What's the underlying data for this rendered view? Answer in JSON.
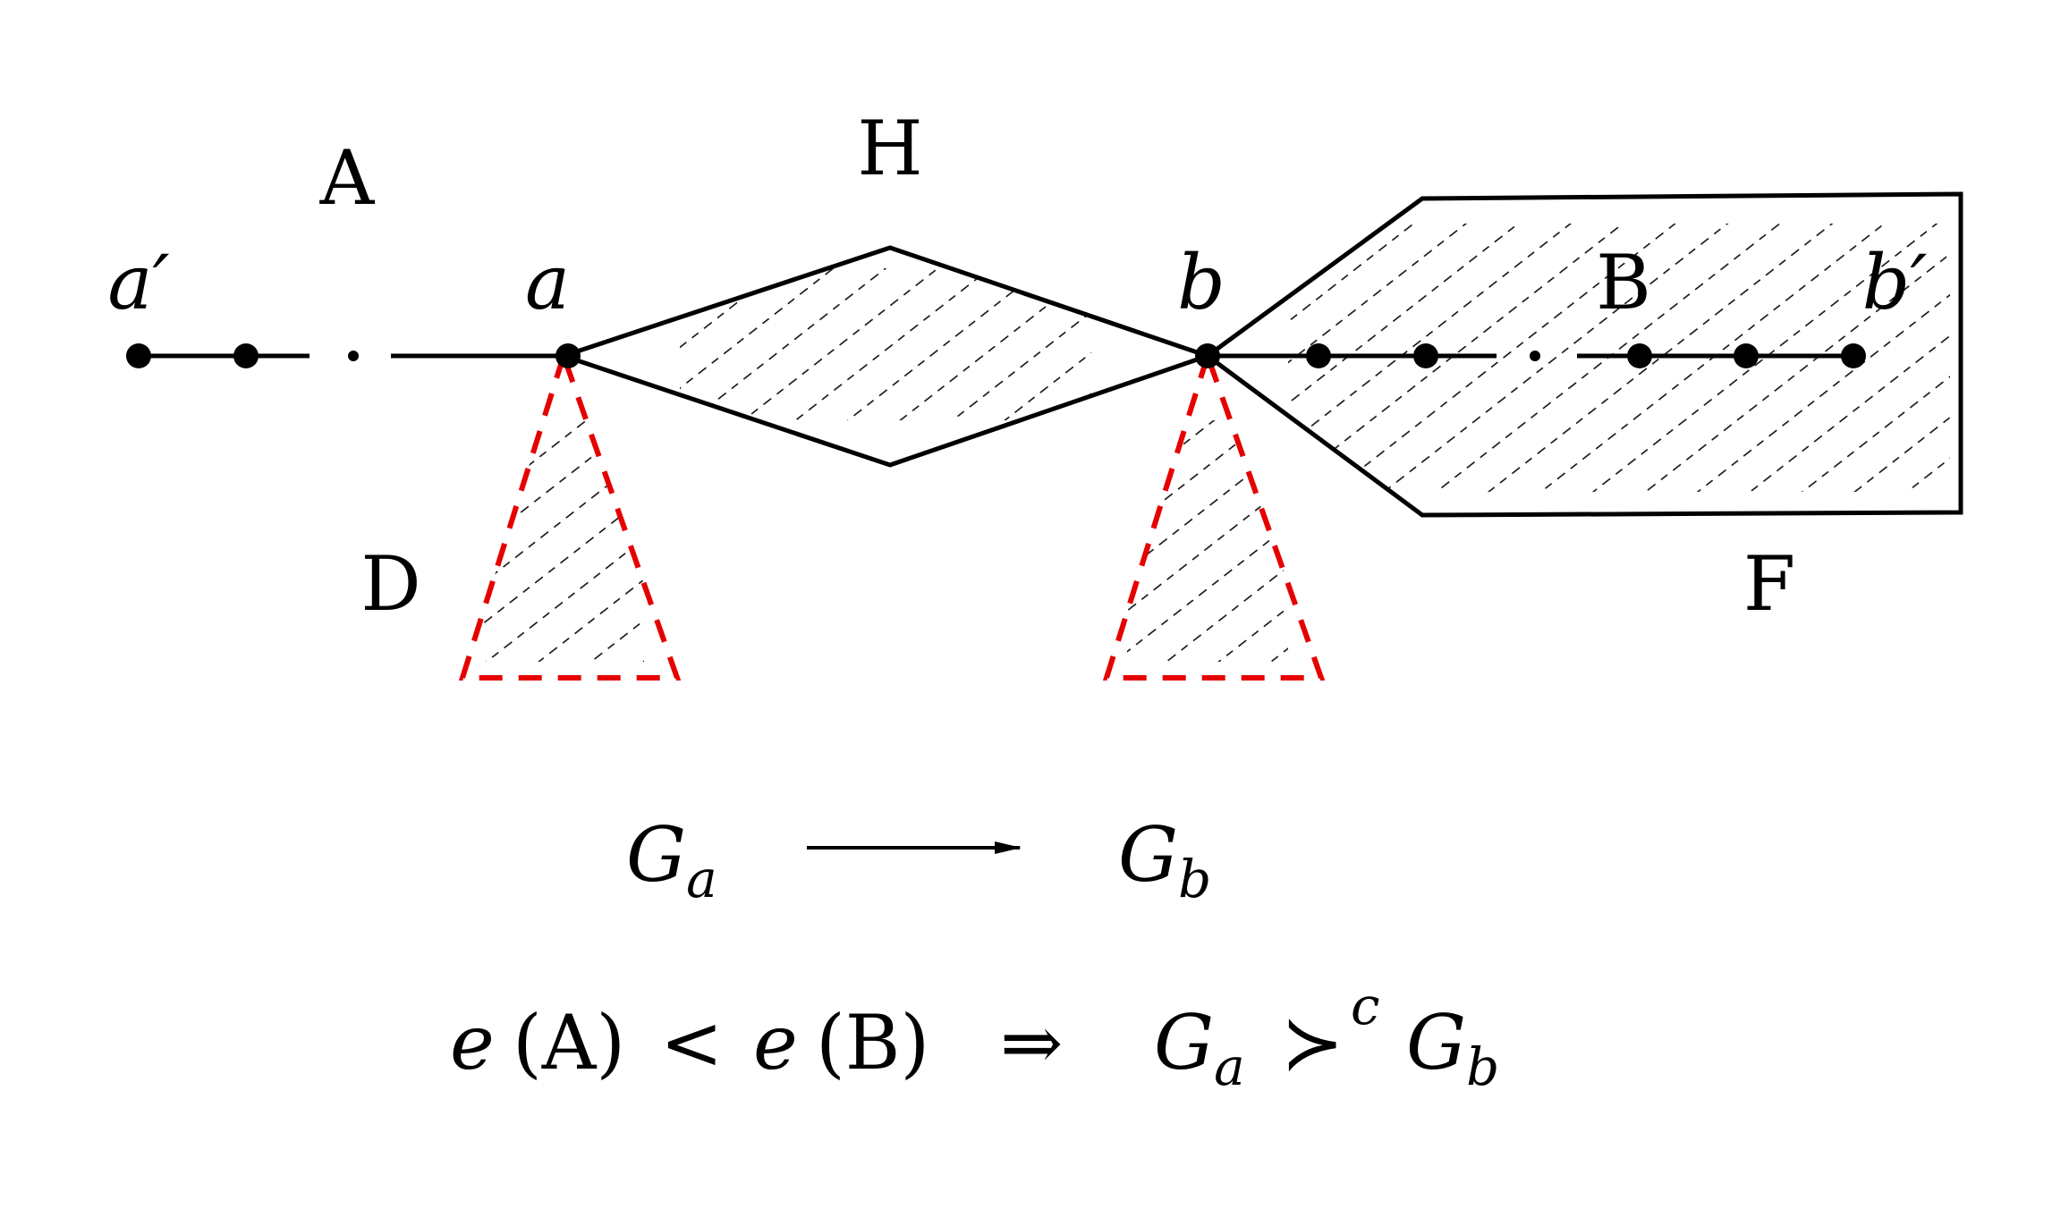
{
  "labels": {
    "A": "A",
    "H": "H",
    "B": "B",
    "D": "D",
    "F": "F",
    "a_prime": "a′",
    "a": "a",
    "b": "b",
    "b_prime": "b′"
  },
  "mapping": {
    "left_main": "G",
    "left_sub": "a",
    "right_main": "G",
    "right_sub": "b"
  },
  "formula": {
    "e1": "e",
    "paren_a": "(A)",
    "less_than": "<",
    "e2": "e",
    "paren_b": "(B)",
    "implies": "⇒",
    "g1": "G",
    "g1_sub": "a",
    "succ": "≻",
    "succ_sup": "c",
    "g2": "G",
    "g2_sub": "b"
  },
  "colors": {
    "stroke": "#000000",
    "red_dashed": "#e60000"
  }
}
